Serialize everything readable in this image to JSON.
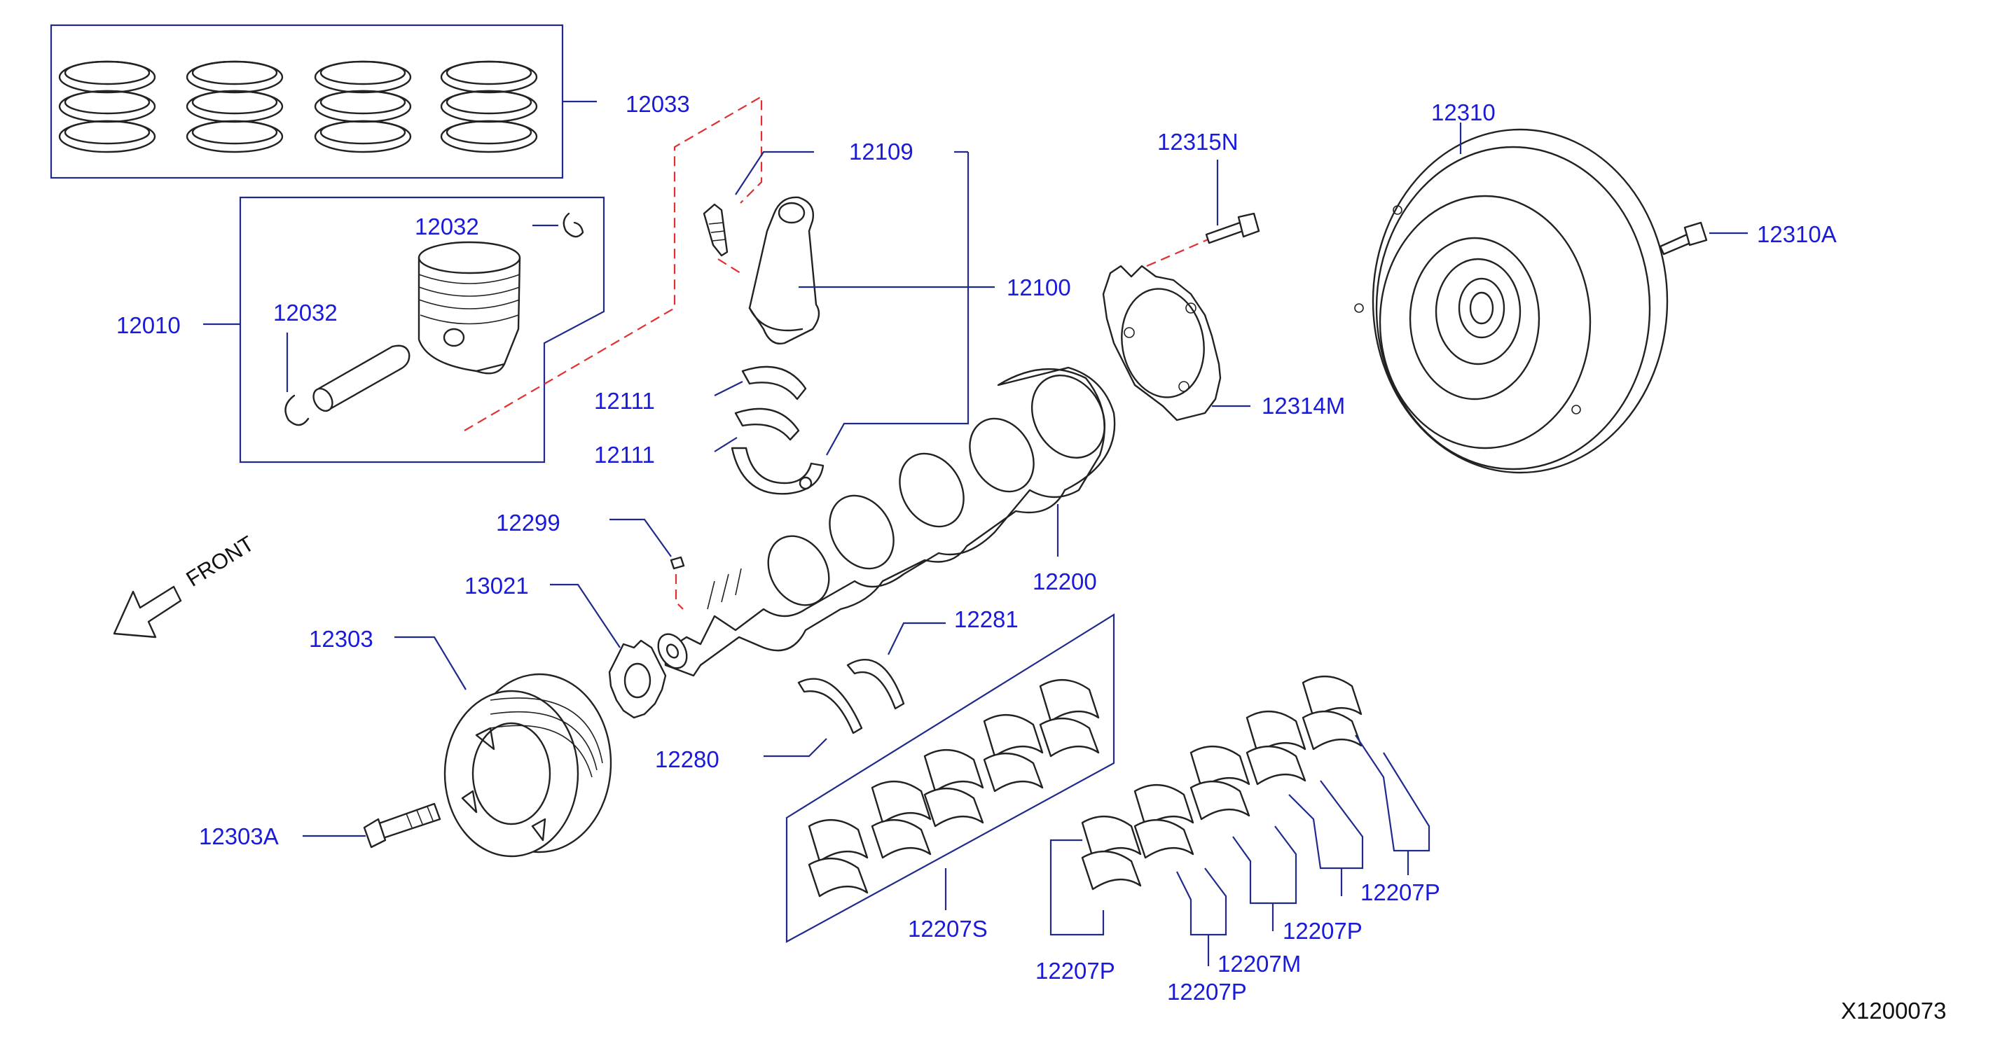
{
  "diagram": {
    "labels": {
      "p12033": "12033",
      "p12109": "12109",
      "p12315N": "12315N",
      "p12310": "12310",
      "p12310A": "12310A",
      "p12032a": "12032",
      "p12032b": "12032",
      "p12010": "12010",
      "p12100": "12100",
      "p12111a": "12111",
      "p12111b": "12111",
      "p12314M": "12314M",
      "p12299": "12299",
      "p13021": "13021",
      "p12200": "12200",
      "p12281": "12281",
      "p12303": "12303",
      "p12280": "12280",
      "p12303A": "12303A",
      "p12207S": "12207S",
      "p12207P_a": "12207P",
      "p12207P_b": "12207P",
      "p12207P_c": "12207P",
      "p12207P_d": "12207P",
      "p12207M": "12207M"
    },
    "front_label": "FRONT",
    "reference_code": "X1200073",
    "colors": {
      "label_blue": "#1a1adb",
      "leader_blue": "#1f2a8c",
      "dashed_red": "#e03030",
      "line_art": "#222222"
    },
    "icons": {
      "front_arrow": "front-arrow-icon"
    }
  }
}
